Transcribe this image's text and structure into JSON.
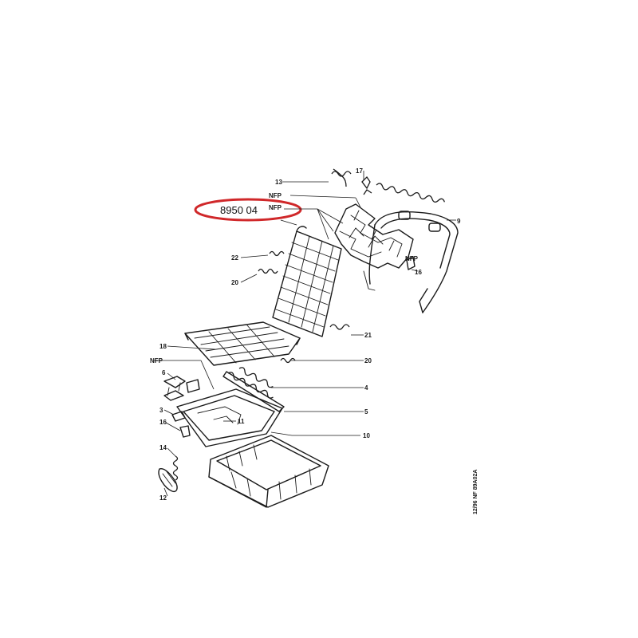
{
  "reference": {
    "code": "8950 04",
    "highlight_color": "#d0282a"
  },
  "nfp": {
    "label": "NFP"
  },
  "stamp": {
    "text": "12/96 NF  89A02A"
  },
  "callouts": {
    "c13": "13",
    "c17": "17",
    "c9": "9",
    "c22": "22",
    "c20a": "20",
    "c21": "21",
    "c18": "18",
    "c20b": "20",
    "c6": "6",
    "c4": "4",
    "c3": "3",
    "c5": "5",
    "c16a": "16",
    "c11": "11",
    "c10": "10",
    "c14": "14",
    "c12": "12",
    "c16b": "16"
  }
}
